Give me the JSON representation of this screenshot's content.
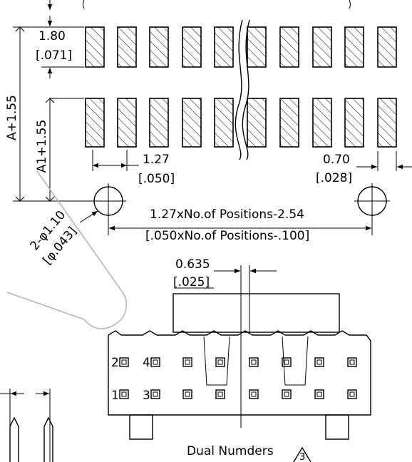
{
  "dimensions": {
    "pad_length_mm": "1.80",
    "pad_length_in": "[.071]",
    "a_plus": "A+1.55",
    "a1_plus": "A1+1.55",
    "pitch_mm": "1.27",
    "pitch_in": "[.050]",
    "pad_width_mm": "0.70",
    "pad_width_in": "[.028]",
    "hole_mm": "2-φ1.10",
    "hole_in": "[φ.043]",
    "span_mm": "1.27xNo.of Positions-2.54",
    "span_in": "[.050xNo.of Positions-.100]",
    "offset_mm": "0.635",
    "offset_in": "[.025]"
  },
  "pin_numbers": {
    "pin_2": "2",
    "pin_4": "4",
    "pin_1": "1",
    "pin_3": "3"
  },
  "caption": {
    "text": "Dual Numders",
    "revision_mark": "3"
  }
}
